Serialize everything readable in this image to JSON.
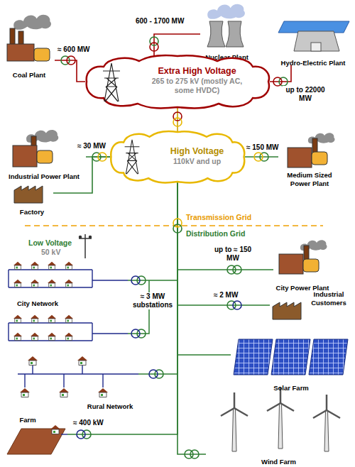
{
  "diagram": {
    "nodes": [
      {
        "text": [
          "Coal Plant"
        ]
      },
      {
        "text": [
          "Nuclear Plant"
        ]
      },
      {
        "text": [
          "Hydro-Electric Plant"
        ]
      },
      {
        "text": [
          "Extra High Voltage",
          "265 to 275 kV (mostly AC, some HVDC)"
        ]
      },
      {
        "text": [
          "Industrial Power Plant"
        ]
      },
      {
        "text": [
          "Medium Sized Power Plant"
        ]
      },
      {
        "text": [
          "Factory"
        ]
      },
      {
        "text": [
          "High Voltage",
          "110kV and up"
        ]
      },
      {
        "text": [
          "City Network"
        ]
      },
      {
        "text": [
          "City Power Plant"
        ]
      },
      {
        "text": [
          "Industrial Customers"
        ]
      },
      {
        "text": [
          "Solar Farm"
        ]
      },
      {
        "text": [
          "Rural Network"
        ]
      },
      {
        "text": [
          "Farm"
        ]
      },
      {
        "text": [
          "Wind Farm"
        ]
      }
    ],
    "edges": [
      {
        "from": 0,
        "to": 3,
        "label": "≈ 600 MW",
        "arrow": "none"
      },
      {
        "from": 1,
        "to": 3,
        "label": "600 - 1700 MW",
        "arrow": "none"
      },
      {
        "from": 2,
        "to": 3,
        "label": "up to 22000 MW",
        "arrow": "none"
      },
      {
        "from": 3,
        "to": 7,
        "arrow": "none"
      },
      {
        "from": 4,
        "to": 7,
        "label": "≈ 30 MW",
        "arrow": "none"
      },
      {
        "from": 6,
        "to": 7,
        "arrow": "none"
      },
      {
        "from": 5,
        "to": 7,
        "label": "≈ 150 MW",
        "arrow": "none"
      },
      {
        "from": 7,
        "to": 8,
        "label": "≈ 3 MW substations",
        "arrow": "none"
      },
      {
        "from": 7,
        "to": 9,
        "label": "up to ≈ 150 MW",
        "arrow": "none"
      },
      {
        "from": 7,
        "to": 10,
        "label": "≈ 2 MW",
        "arrow": "none"
      },
      {
        "from": 7,
        "to": 11,
        "arrow": "none"
      },
      {
        "from": 7,
        "to": 12,
        "arrow": "none"
      },
      {
        "from": 7,
        "to": 13,
        "label": "≈ 400 kW",
        "arrow": "none"
      },
      {
        "from": 7,
        "to": 14,
        "arrow": "none"
      }
    ],
    "labels": [
      "Transmission Grid",
      "Distribution Grid",
      "Low Voltage",
      "50 kV"
    ]
  }
}
